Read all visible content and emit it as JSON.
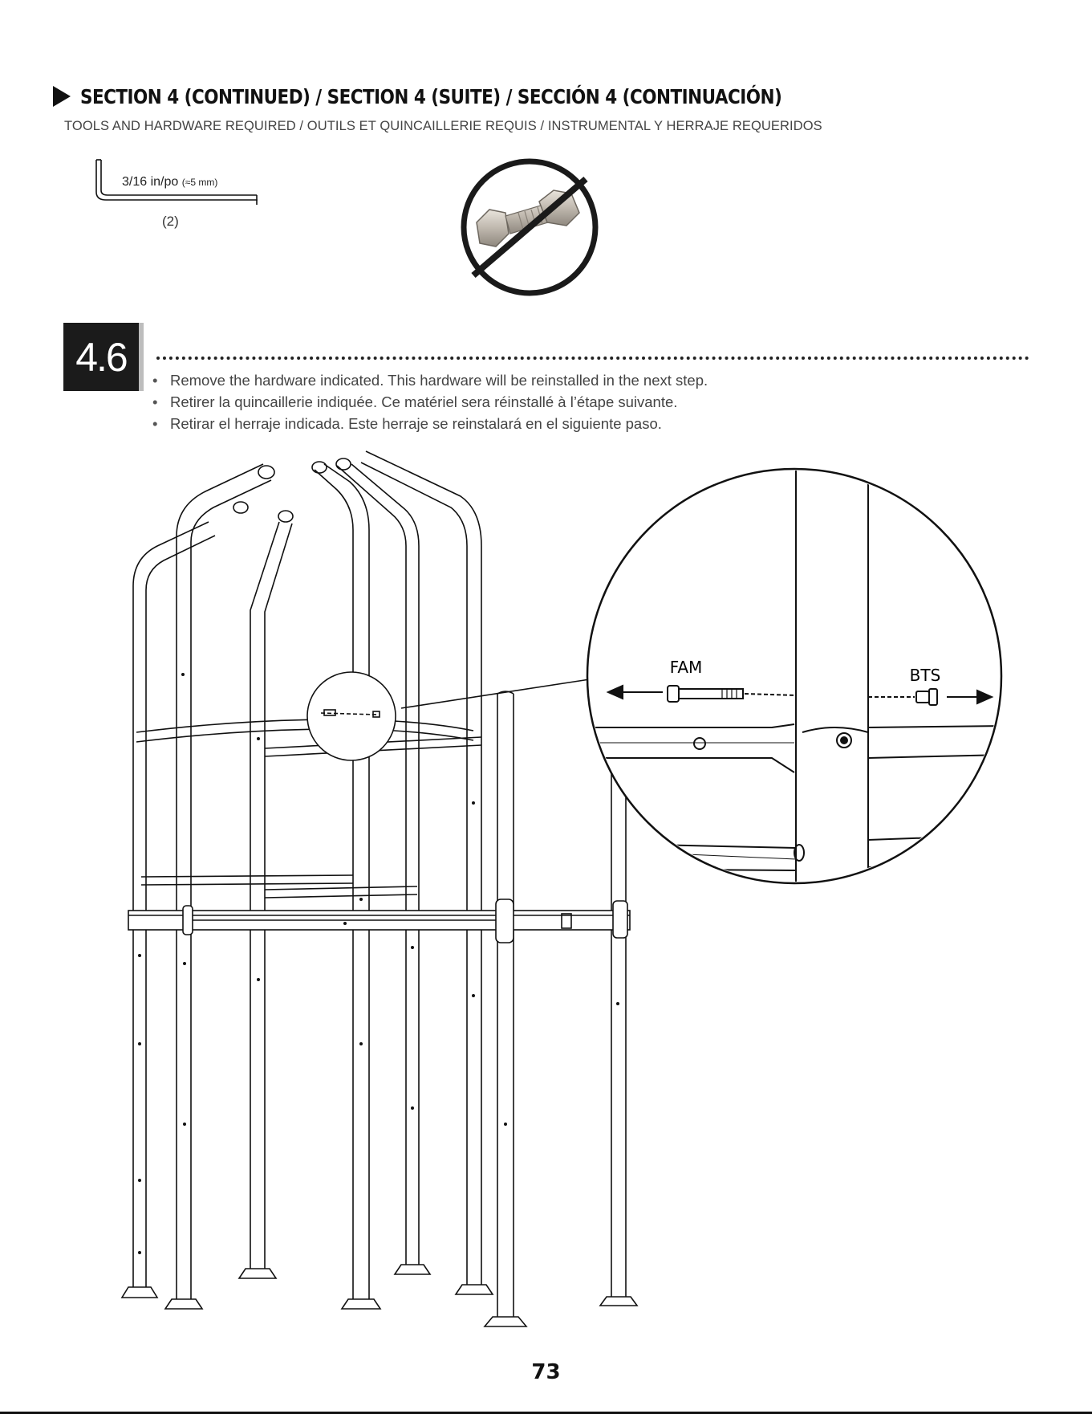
{
  "header": {
    "title": "SECTION 4 (CONTINUED) / SECTION 4 (SUITE) / SECCIÓN 4 (CONTINUACIÓN)",
    "tools_line": "TOOLS AND HARDWARE REQUIRED / OUTILS ET QUINCAILLERIE REQUIS / INSTRUMENTAL Y HERRAJE REQUERIDOS"
  },
  "tools": {
    "allen_key_size": "3/16 in/po",
    "allen_key_metric": "(≈5 mm)",
    "allen_key_qty": "(2)",
    "no_hardware_icon": "no-bolt-nut-icon"
  },
  "step": {
    "number": "4.6",
    "instructions": [
      "Remove the hardware indicated. This hardware will be reinstalled in the next step.",
      "Retirer la quincaillerie indiquée. Ce matériel sera réinstallé à l’étape suivante.",
      "Retirar el herraje indicada. Este herraje se reinstalará en el siguiente paso."
    ]
  },
  "diagram": {
    "part_left": "FAM",
    "part_right": "BTS"
  },
  "page_number": "73",
  "colors": {
    "badge_bg": "#1b1b1b",
    "text": "#111111",
    "muted": "#444444"
  }
}
